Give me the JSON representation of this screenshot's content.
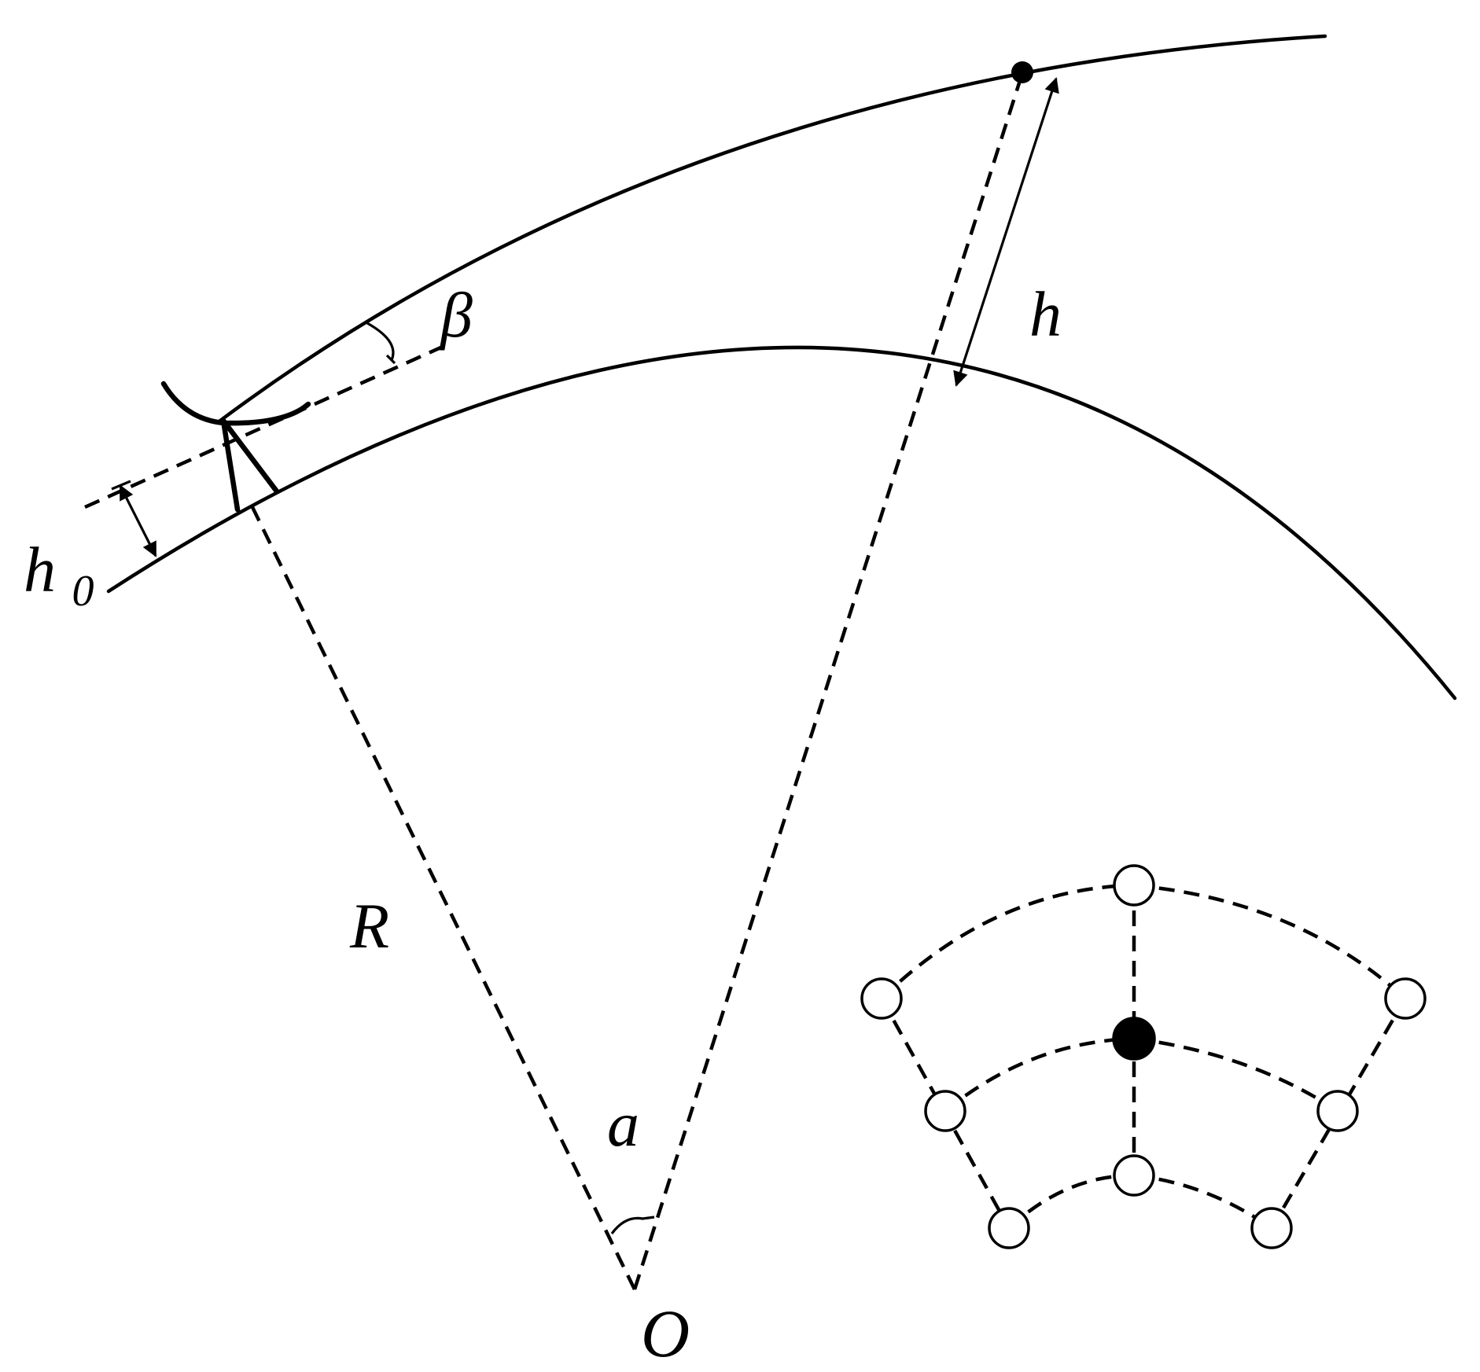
{
  "labels": {
    "h": "h",
    "h0_base": "h",
    "h0_sub": "0",
    "beta": "β",
    "R": "R",
    "alpha": "a",
    "O": "O"
  },
  "colors": {
    "stroke": "#000000",
    "background": "#ffffff"
  }
}
